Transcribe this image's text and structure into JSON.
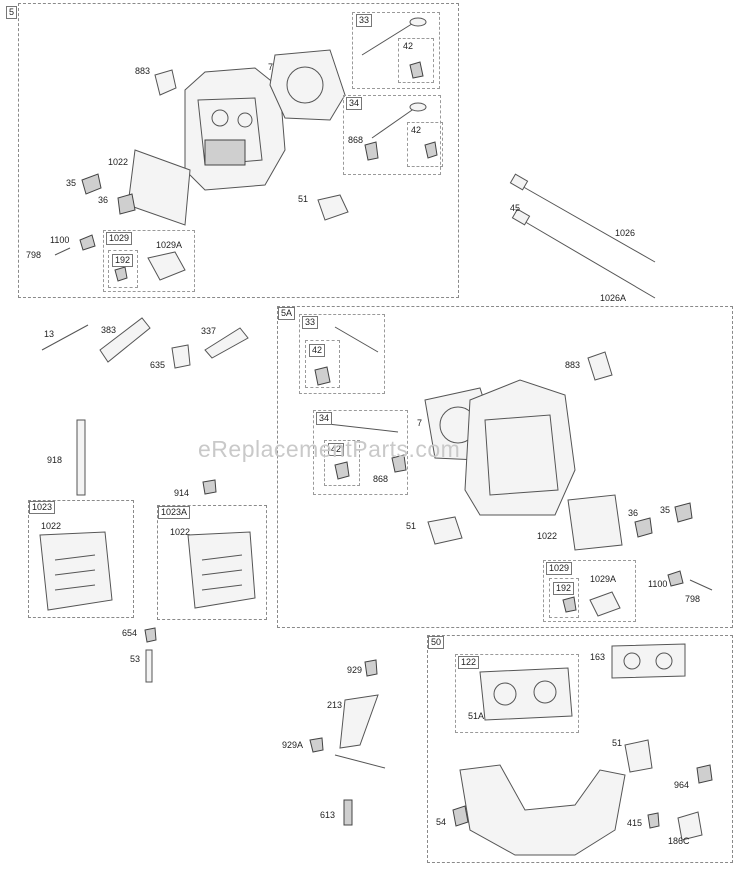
{
  "watermark": "eReplacementParts.com",
  "groups": {
    "g5": "5",
    "g5a": "5A",
    "g50": "50",
    "g1023": "1023",
    "g1023a": "1023A",
    "g33a": "33",
    "g34a": "34",
    "g1029a": "1029",
    "g33b": "33",
    "g34b": "34",
    "g1029b": "1029",
    "g122": "122"
  },
  "labels": {
    "l883a": "883",
    "l7a": "7",
    "l42a": "42",
    "l42b": "42",
    "l868a": "868",
    "l1022a": "1022",
    "l35a": "35",
    "l36a": "36",
    "l51a": "51",
    "l1100a": "1100",
    "l798a": "798",
    "l192a": "192",
    "l1029Aa": "1029A",
    "l45": "45",
    "l1026": "1026",
    "l1026A": "1026A",
    "l13": "13",
    "l383": "383",
    "l337": "337",
    "l635": "635",
    "l918": "918",
    "l914": "914",
    "l1022b": "1022",
    "l1022c": "1022",
    "l654": "654",
    "l53": "53",
    "l42c": "42",
    "l42d": "42",
    "l883b": "883",
    "l7b": "7",
    "l868b": "868",
    "l51b": "51",
    "l1022d": "1022",
    "l36b": "36",
    "l35b": "35",
    "l192b": "192",
    "l1029Ab": "1029A",
    "l1100b": "1100",
    "l798b": "798",
    "l929": "929",
    "l213": "213",
    "l929A": "929A",
    "l613": "613",
    "l163": "163",
    "l51Ac": "51A",
    "l51c": "51",
    "l964": "964",
    "l54": "54",
    "l415": "415",
    "l186C": "186C"
  }
}
